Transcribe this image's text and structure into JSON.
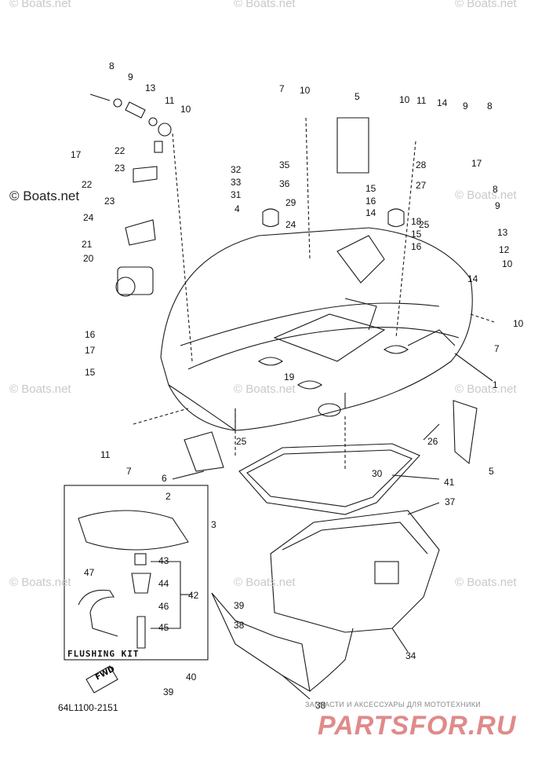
{
  "watermarks": {
    "text": "© Boats.net",
    "prominent": "© Boats.net"
  },
  "diagram": {
    "part_code": "64L1100-2151",
    "flushing_kit_label": "FLUSHING KIT",
    "fwd_label": "FWD",
    "callouts": [
      "1",
      "2",
      "3",
      "4",
      "5",
      "5",
      "6",
      "7",
      "7",
      "7",
      "8",
      "8",
      "8",
      "9",
      "9",
      "9",
      "10",
      "10",
      "10",
      "10",
      "10",
      "11",
      "11",
      "11",
      "12",
      "13",
      "13",
      "14",
      "14",
      "14",
      "15",
      "15",
      "15",
      "16",
      "16",
      "16",
      "17",
      "17",
      "17",
      "18",
      "19",
      "20",
      "21",
      "22",
      "22",
      "23",
      "23",
      "24",
      "24",
      "25",
      "25",
      "26",
      "27",
      "28",
      "29",
      "30",
      "31",
      "32",
      "33",
      "34",
      "35",
      "36",
      "37",
      "38",
      "38",
      "39",
      "39",
      "40",
      "41",
      "42",
      "43",
      "44",
      "45",
      "46",
      "47"
    ]
  },
  "branding": {
    "tagline": "ЗАПЧАСТИ И АКСЕССУАРЫ ДЛЯ МОТОТЕХНИКИ",
    "logo": "PARTSFOR.RU"
  },
  "colors": {
    "line": "#1a1a1a",
    "watermark": "#c9c9c9",
    "brand": "#e08a8a"
  }
}
